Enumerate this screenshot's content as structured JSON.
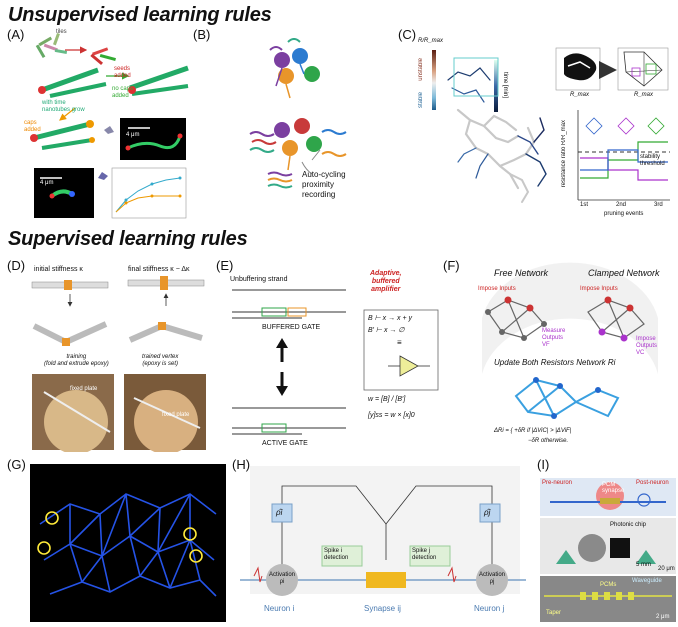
{
  "sections": {
    "unsupervised_title": "Unsupervised learning rules",
    "supervised_title": "Supervised learning rules"
  },
  "panel_labels": [
    "(A)",
    "(B)",
    "(C)",
    "(D)",
    "(E)",
    "(F)",
    "(G)",
    "(H)",
    "(I)"
  ],
  "panel_a": {
    "tiles": "tiles",
    "seeds": "seeds\nadded",
    "nanotubes": "with time\nnanotubes grow",
    "no_caps": "no caps\nadded",
    "caps": "caps\nadded",
    "scale1": "4 μm",
    "scale2": "4 μm"
  },
  "panel_b": {
    "caption": "Auto-cycling\nproximity\nrecording"
  },
  "panel_c": {
    "ylabel": "R/R_max",
    "unstable": "unstable",
    "stable": "stable",
    "time_label": "time [min]",
    "r_max1": "R_max",
    "r_max2": "R_max",
    "events_label": "pruning events",
    "events": [
      "1st",
      "2nd",
      "3rd"
    ],
    "threshold": "stability\nthreshold",
    "ratio_label": "resistance ratio R/R_max"
  },
  "panel_d": {
    "initial": "initial stiffness κ",
    "final": "final stiffness κ − Δκ",
    "training": "training\n(fold and extrude epoxy)",
    "trained": "trained vertex\n(epoxy is set)",
    "fixed1": "fixed plate",
    "fixed2": "fixed plate"
  },
  "panel_e": {
    "unbuffering": "Unbuffering strand",
    "buffered_gate": "BUFFERED GATE",
    "active_gate": "ACTIVE GATE",
    "amp_title": "Adaptive,\nbuffered\namplifier",
    "eq1": "B ⊢ x → x + y",
    "eq2": "B′ ⊢ x → ∅",
    "eq3": "≡",
    "eq4": "w = [B] / [B′]",
    "eq5": "[y]ss = w × [x]0"
  },
  "panel_f": {
    "free": "Free Network",
    "clamped": "Clamped Network",
    "impose_inputs1": "Impose Inputs",
    "impose_inputs2": "Impose Inputs",
    "measure": "Measure\nOutputs\nVF",
    "impose_outputs": "Impose\nOutputs\nVC",
    "update": "Update Both Resistors Network Ri",
    "rule1": "ΔRi = { +δR  if |ΔViC| > |ΔViF|",
    "rule2": "−δR  otherwise."
  },
  "panel_h": {
    "rho_i": "ρ̂i",
    "rho_j": "ρ̂j",
    "spike_i": "Spike i\ndetection",
    "spike_j": "Spike j\ndetection",
    "act_i": "Activation\nρi",
    "act_j": "Activation\nρj",
    "neuron_i": "Neuron i",
    "synapse": "Synapse ij",
    "neuron_j": "Neuron j"
  },
  "panel_i": {
    "pre": "Pre-neuron",
    "post": "Post-neuron",
    "pcm": "PCM\nsynapse",
    "chip": "Photonic chip",
    "scale": "5 mm",
    "scale2": "20 μm",
    "taper": "Taper",
    "waveguide": "Waveguide",
    "pcms": "PCMs",
    "scale3": "2 μm"
  }
}
